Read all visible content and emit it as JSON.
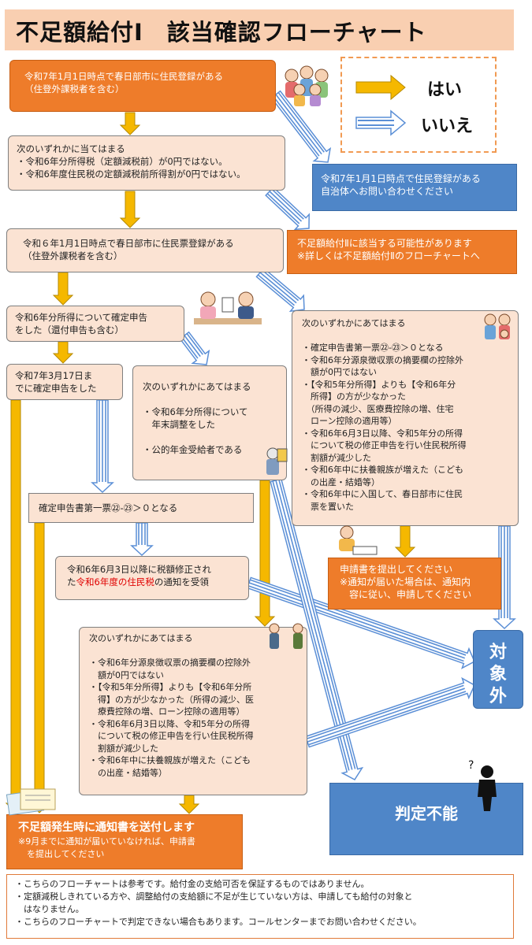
{
  "title": "不足額給付Ⅰ　該当確認フローチャート",
  "legend": {
    "yes": "はい",
    "no": "いいえ"
  },
  "nodes": {
    "resident_2025": "令和7年1月1日時点で春日部市に住民登録がある\n（住登外課税者を含む）",
    "conditions_a": "次のいずれかに当てはまる\n・令和6年分所得税（定額減税前）が0円ではない。\n・令和6年度住民税の定額減税前所得割が0円ではない。",
    "ask_other": "令和7年1月1日時点で住民登録がある\n自治体へお問い合わせください",
    "resident_2024": "令和６年1月1日時点で春日部市に住民票登録がある\n（住登外課税者を含む）",
    "benefit2": "不足額給付Ⅱに該当する可能性があります\n※詳しくは不足額給付Ⅱのフローチャートへ",
    "tax_return": "令和6年分所得について確定申告\nをした（還付申告も含む）",
    "conditions_c": "次のいずれかにあてはまる\n\n・確定申告書第一票㉒-㉓＞０となる\n・令和6年分源泉徴収票の摘要欄の控除外\n　額が0円ではない\n・【令和5年分所得】よりも【令和6年分\n　所得】の方が少なかった\n　（所得の減少、医療費控除の増、住宅\n　ローン控除の適用等）\n・令和6年6月3日以降、令和5年分の所得\n　について税の修正申告を行い住民税所得\n　割額が減少した\n・令和6年中に扶養親族が増えた（こども\n　の出産・結婚等）\n・令和6年中に入国して、春日部市に住民\n　票を置いた",
    "by_mar17": "令和7年3月17日ま\nでに確定申告をした",
    "conditions_b": "次のいずれかにあてはまる\n\n・令和6年分所得について\n　年末調整をした\n\n・公的年金受給者である",
    "return_calc": "確定申告書第一票㉒-㉓＞０となる",
    "tax_revision_prefix": "令和6年6月3日以降に税額修正され\nた",
    "tax_revision_highlight": "令和6年度の住民税",
    "tax_revision_suffix": "の通知を受領",
    "conditions_d": "次のいずれかにあてはまる\n\n・令和6年分源泉徴収票の摘要欄の控除外\n　額が0円ではない\n・【令和5年分所得】よりも【令和6年分所\n　得】の方が少なかった（所得の減少、医\n　療費控除の増、ローン控除の適用等）\n・令和6年6月3日以降、令和5年分の所得\n　について税の修正申告を行い住民税所得\n　割額が減少した\n・令和6年中に扶養親族が増えた（こども\n　の出産・結婚等）",
    "submit_application": "申請書を提出してください\n※通知が届いた場合は、通知内\n　容に従い、申請してください",
    "not_eligible": "対\n象\n外",
    "send_notice_title": "不足額発生時に通知書を送付します",
    "send_notice_note": "※9月までに通知が届いていなければ、申請書\n　を提出してください",
    "undeterminable": "判定不能"
  },
  "footer": [
    "・こちらのフローチャートは参考です。給付金の支給可否を保証するものではありません。",
    "・定額減税しきれている方や、調整給付の支給額に不足が生じていない方は、申請しても給付の対象と\n　はなりません。",
    "・こちらのフローチャートで判定できない場合もあります。コールセンターまでお問い合わせください。"
  ],
  "illustrations": [
    "people-group-illustration",
    "consultation-illustration",
    "family-illustration",
    "desk-worker-illustration",
    "pension-illustration",
    "officials-illustration",
    "writing-illustration",
    "documents-illustration",
    "confused-person-illustration"
  ],
  "colors": {
    "yes_arrow": "#f5b800",
    "no_arrow": "#5b8fd6",
    "orange": "#ee7c2a",
    "beige": "#fbe3d3",
    "blue": "#4f86c8",
    "accent_red": "#e00000"
  }
}
